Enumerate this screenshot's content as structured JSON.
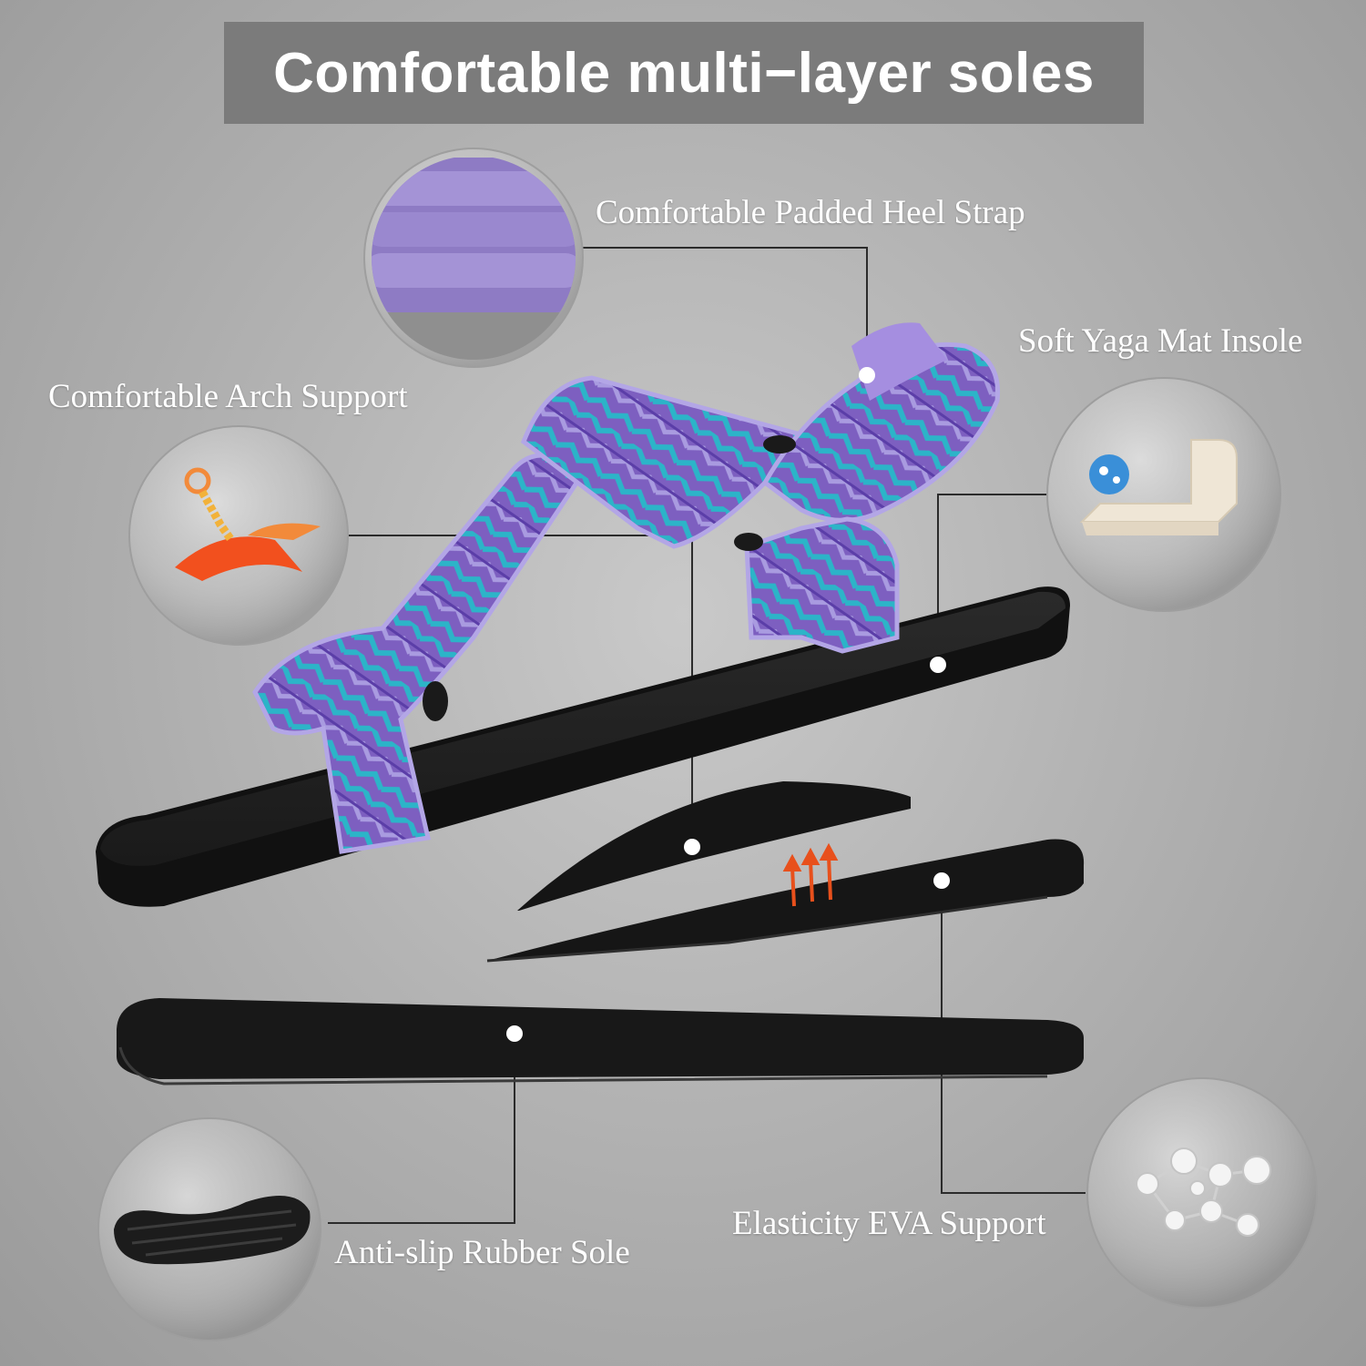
{
  "title": "Comfortable multi−layer soles",
  "features": {
    "heel_strap": {
      "label": "Comfortable Padded Heel Strap",
      "icon": "padded-strap-icon"
    },
    "insole": {
      "label": "Soft Yaga Mat Insole",
      "icon": "foam-insole-icon"
    },
    "arch": {
      "label": "Comfortable Arch Support",
      "icon": "arch-support-icon"
    },
    "eva": {
      "label": "Elasticity EVA Support",
      "icon": "molecule-icon"
    },
    "rubber": {
      "label": "Anti-slip Rubber Sole",
      "icon": "rubber-sole-icon"
    }
  },
  "colors": {
    "strap_purple": "#7d5fc0",
    "strap_light": "#a99be0",
    "strap_teal": "#2cb4c8",
    "sole_black": "#151515",
    "title_bar": "#7b7b7b",
    "arch_orange": "#f2501e",
    "arrow_orange": "#e8501c"
  }
}
